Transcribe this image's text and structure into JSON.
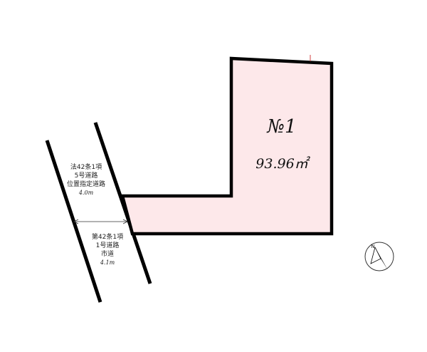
{
  "lot": {
    "number": "№1",
    "area": "93.96㎡",
    "fill_color": "#fde8ea",
    "outline_color": "#000000"
  },
  "road_upper": {
    "line1": "法42条1項",
    "line2": "5号道路",
    "line3": "位置指定道路",
    "width": "4.0m"
  },
  "road_lower": {
    "line1": "第42条1項",
    "line2": "1号道路",
    "line3": "市道",
    "width": "4.1m"
  },
  "compass": {
    "label": "N",
    "icon": "compass-north-icon"
  }
}
